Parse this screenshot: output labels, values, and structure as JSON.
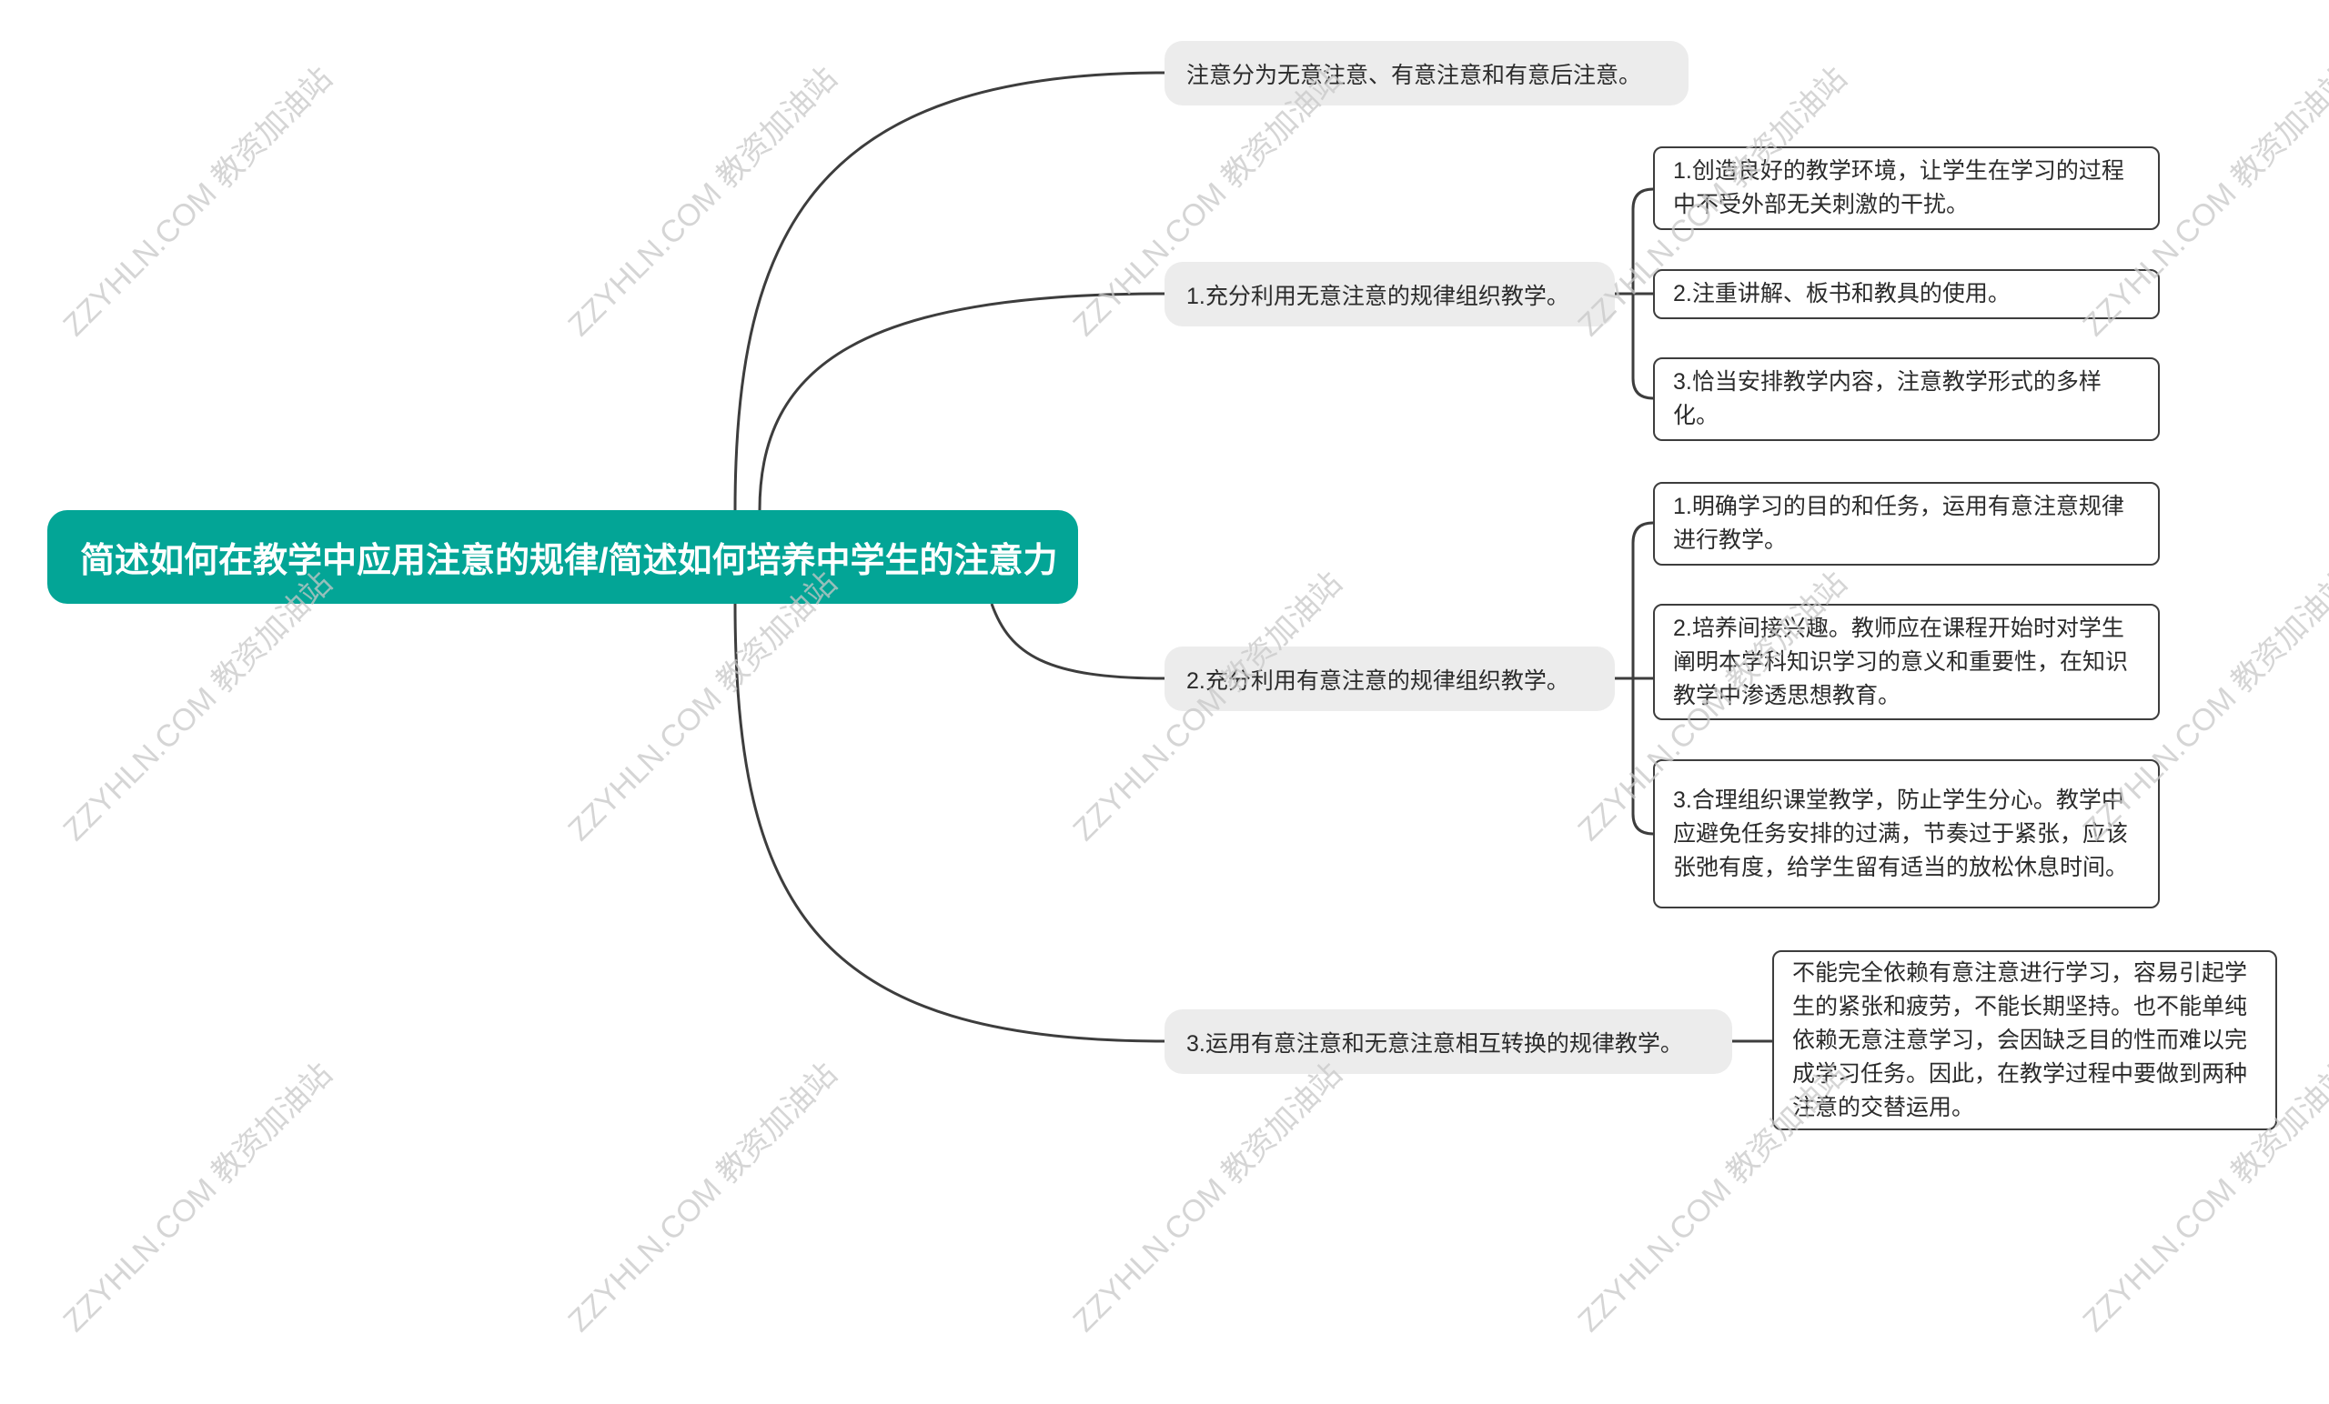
{
  "root": {
    "title": "简述如何在教学中应用注意的规律/简述如何培养中学生的注意力"
  },
  "branches": [
    {
      "label": "注意分为无意注意、有意注意和有意后注意。",
      "children": []
    },
    {
      "label": "1.充分利用无意注意的规律组织教学。",
      "children": [
        "1.创造良好的教学环境，让学生在学习的过程中不受外部无关刺激的干扰。",
        "2.注重讲解、板书和教具的使用。",
        "3.恰当安排教学内容，注意教学形式的多样化。"
      ]
    },
    {
      "label": "2.充分利用有意注意的规律组织教学。",
      "children": [
        "1.明确学习的目的和任务，运用有意注意规律进行教学。",
        "2.培养间接兴趣。教师应在课程开始时对学生阐明本学科知识学习的意义和重要性，在知识教学中渗透思想教育。",
        "3.合理组织课堂教学，防止学生分心。教学中应避免任务安排的过满，节奏过于紧张，应该张弛有度，给学生留有适当的放松休息时间。"
      ]
    },
    {
      "label": "3.运用有意注意和无意注意相互转换的规律教学。",
      "children": [
        "不能完全依赖有意注意进行学习，容易引起学生的紧张和疲劳，不能长期坚持。也不能单纯依赖无意注意学习，会因缺乏目的性而难以完成学习任务。因此，在教学过程中要做到两种注意的交替运用。"
      ]
    }
  ],
  "watermark": "ZZYHLN.COM 教资加油站",
  "colors": {
    "root_bg": "#03a596",
    "topic_bg": "#ececec",
    "line": "#3d3d3d",
    "watermark": "#c8c8c8"
  }
}
